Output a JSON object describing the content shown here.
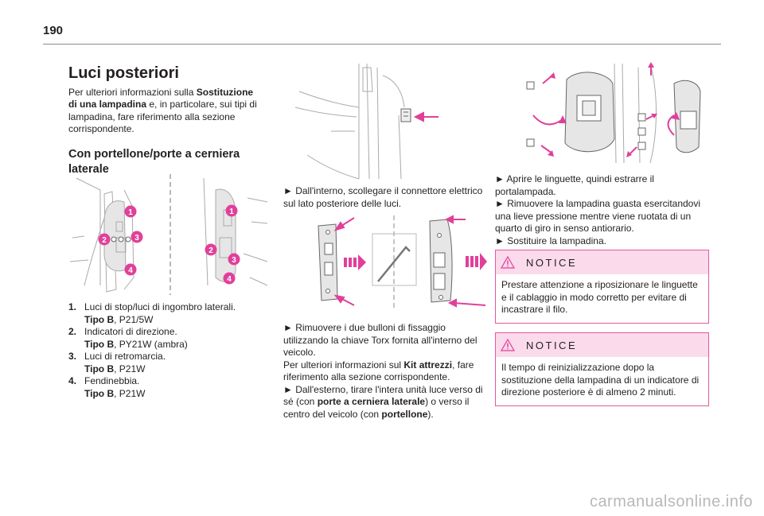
{
  "page": {
    "number": "190"
  },
  "col1": {
    "title": "Luci posteriori",
    "intro_a": "Per ulteriori informazioni sulla ",
    "intro_b": "Sostituzione di una lampadina",
    "intro_c": " e, in particolare, sui tipi di lampadina, fare riferimento alla sezione corrispondente.",
    "subtitle": "Con portellone/porte a cerniera laterale",
    "items": [
      {
        "num": "1.",
        "text": "Luci di stop/luci di ingombro laterali.",
        "type_label": "Tipo B",
        "type_value": ", P21/5W"
      },
      {
        "num": "2.",
        "text": "Indicatori di direzione.",
        "type_label": "Tipo B",
        "type_value": ", PY21W (ambra)"
      },
      {
        "num": "3.",
        "text": "Luci di retromarcia.",
        "type_label": "Tipo B",
        "type_value": ", P21W"
      },
      {
        "num": "4.",
        "text": "Fendinebbia.",
        "type_label": "Tipo B",
        "type_value": ", P21W"
      }
    ],
    "markers": [
      "1",
      "2",
      "3",
      "4"
    ]
  },
  "col2": {
    "step1": "► Dall'interno, scollegare il connettore elettrico sul lato posteriore delle luci.",
    "step2": "► Rimuovere i due bulloni di fissaggio utilizzando la chiave Torx fornita all'interno del veicolo.",
    "info_a": "Per ulteriori informazioni sul ",
    "info_b": "Kit attrezzi",
    "info_c": ", fare riferimento alla sezione corrispondente.",
    "step3_a": "► Dall'esterno, tirare l'intera unità luce verso di sé (con ",
    "step3_b": "porte a cerniera laterale",
    "step3_c": ") o verso il centro del veicolo (con ",
    "step3_d": "portellone",
    "step3_e": ")."
  },
  "col3": {
    "step1": "► Aprire le linguette, quindi estrarre il portalampada.",
    "step2": "► Rimuovere la lampadina guasta esercitandovi una lieve pressione mentre viene ruotata di un quarto di giro in senso antiorario.",
    "step3": "► Sostituire la lampadina.",
    "notice1": {
      "label": "NOTICE",
      "text": "Prestare attenzione a riposizionare le linguette e il cablaggio in modo corretto per evitare di incastrare il filo."
    },
    "notice2": {
      "label": "NOTICE",
      "text": "Il tempo di reinizializzazione dopo la sostituzione della lampadina di un indicatore di direzione posteriore è di almeno 2 minuti."
    }
  },
  "watermark": "carmanualsonline.info",
  "colors": {
    "accent": "#e0409a",
    "notice_bg": "#fbdaeb",
    "line": "#9a9a9a"
  },
  "icons": [
    "warning-triangle-icon",
    "arrow-icon",
    "torx-key-icon"
  ]
}
